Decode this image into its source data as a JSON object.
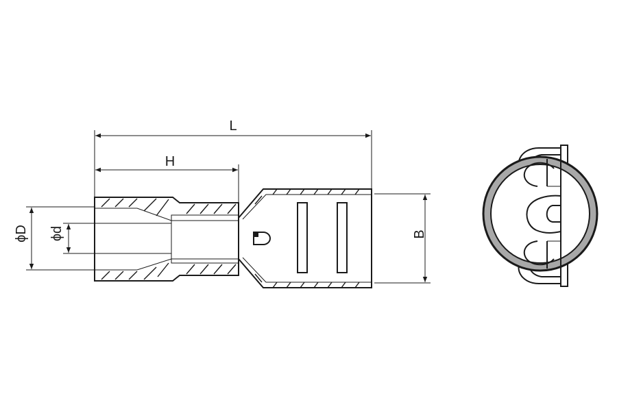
{
  "dimensions": {
    "length": "L",
    "height": "H",
    "width": "B",
    "outer_diameter": "ϕD",
    "inner_diameter": "ϕd"
  },
  "colors": {
    "sleeve_fill": "#9fb8e0",
    "blade_fill": "#a8a8a8",
    "line": "#1a1a1a",
    "ring_fill": "#a8a8a8"
  }
}
